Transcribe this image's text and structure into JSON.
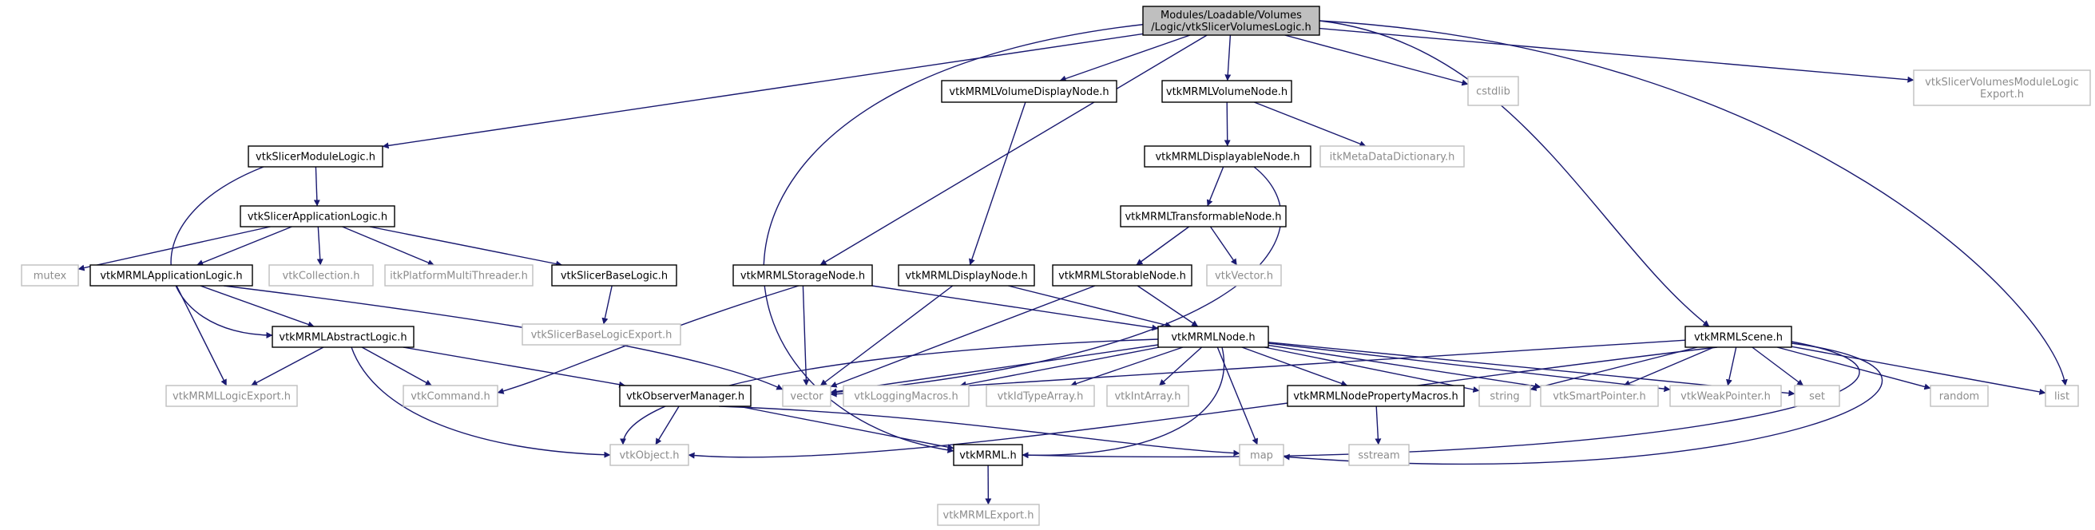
{
  "graph": {
    "title": "Include dependency graph for vtkSlicerVolumesLogic.h",
    "colors": {
      "edge": "#191970",
      "node_border_strong": "#000000",
      "node_border_weak": "#bfbfbf",
      "node_text_strong": "#000000",
      "node_text_weak": "#8c8c8c",
      "root_fill": "#bfbfbf",
      "fill": "#ffffff"
    },
    "nodes": [
      {
        "id": "root",
        "lines": [
          "Modules/Loadable/Volumes",
          "/Logic/vtkSlicerVolumesLogic.h"
        ],
        "kind": "root"
      },
      {
        "id": "cstdlib",
        "lines": [
          "cstdlib"
        ],
        "kind": "weak"
      },
      {
        "id": "volumesModuleLogicExport",
        "lines": [
          "vtkSlicerVolumesModuleLogic",
          "Export.h"
        ],
        "kind": "weak"
      },
      {
        "id": "vtkMRMLVolumeDisplayNode",
        "lines": [
          "vtkMRMLVolumeDisplayNode.h"
        ],
        "kind": "strong"
      },
      {
        "id": "vtkMRMLVolumeNode",
        "lines": [
          "vtkMRMLVolumeNode.h"
        ],
        "kind": "strong"
      },
      {
        "id": "vtkSlicerModuleLogic",
        "lines": [
          "vtkSlicerModuleLogic.h"
        ],
        "kind": "strong"
      },
      {
        "id": "vtkMRMLDisplayableNode",
        "lines": [
          "vtkMRMLDisplayableNode.h"
        ],
        "kind": "strong"
      },
      {
        "id": "itkMetaDataDictionary",
        "lines": [
          "itkMetaDataDictionary.h"
        ],
        "kind": "weak"
      },
      {
        "id": "vtkSlicerApplicationLogic",
        "lines": [
          "vtkSlicerApplicationLogic.h"
        ],
        "kind": "strong"
      },
      {
        "id": "vtkMRMLTransformableNode",
        "lines": [
          "vtkMRMLTransformableNode.h"
        ],
        "kind": "strong"
      },
      {
        "id": "mutex",
        "lines": [
          "mutex"
        ],
        "kind": "weak"
      },
      {
        "id": "vtkMRMLApplicationLogic",
        "lines": [
          "vtkMRMLApplicationLogic.h"
        ],
        "kind": "strong"
      },
      {
        "id": "vtkCollection",
        "lines": [
          "vtkCollection.h"
        ],
        "kind": "weak"
      },
      {
        "id": "itkPlatformMultiThreader",
        "lines": [
          "itkPlatformMultiThreader.h"
        ],
        "kind": "weak"
      },
      {
        "id": "vtkSlicerBaseLogic",
        "lines": [
          "vtkSlicerBaseLogic.h"
        ],
        "kind": "strong"
      },
      {
        "id": "vtkMRMLStorageNode",
        "lines": [
          "vtkMRMLStorageNode.h"
        ],
        "kind": "strong"
      },
      {
        "id": "vtkMRMLDisplayNode",
        "lines": [
          "vtkMRMLDisplayNode.h"
        ],
        "kind": "strong"
      },
      {
        "id": "vtkMRMLStorableNode",
        "lines": [
          "vtkMRMLStorableNode.h"
        ],
        "kind": "strong"
      },
      {
        "id": "vtkVector",
        "lines": [
          "vtkVector.h"
        ],
        "kind": "weak"
      },
      {
        "id": "vtkMRMLScene",
        "lines": [
          "vtkMRMLScene.h"
        ],
        "kind": "strong"
      },
      {
        "id": "vtkSlicerBaseLogicExport",
        "lines": [
          "vtkSlicerBaseLogicExport.h"
        ],
        "kind": "weak"
      },
      {
        "id": "vtkMRMLAbstractLogic",
        "lines": [
          "vtkMRMLAbstractLogic.h"
        ],
        "kind": "strong"
      },
      {
        "id": "vtkMRMLNode",
        "lines": [
          "vtkMRMLNode.h"
        ],
        "kind": "strong"
      },
      {
        "id": "vtkMRMLLogicExport",
        "lines": [
          "vtkMRMLLogicExport.h"
        ],
        "kind": "weak"
      },
      {
        "id": "vtkCommand",
        "lines": [
          "vtkCommand.h"
        ],
        "kind": "weak"
      },
      {
        "id": "vtkObserverManager",
        "lines": [
          "vtkObserverManager.h"
        ],
        "kind": "strong"
      },
      {
        "id": "vector",
        "lines": [
          "vector"
        ],
        "kind": "weak"
      },
      {
        "id": "vtkLoggingMacros",
        "lines": [
          "vtkLoggingMacros.h"
        ],
        "kind": "weak"
      },
      {
        "id": "vtkIdTypeArray",
        "lines": [
          "vtkIdTypeArray.h"
        ],
        "kind": "weak"
      },
      {
        "id": "vtkIntArray",
        "lines": [
          "vtkIntArray.h"
        ],
        "kind": "weak"
      },
      {
        "id": "vtkMRMLNodePropertyMacros",
        "lines": [
          "vtkMRMLNodePropertyMacros.h"
        ],
        "kind": "strong"
      },
      {
        "id": "string",
        "lines": [
          "string"
        ],
        "kind": "weak"
      },
      {
        "id": "vtkSmartPointer",
        "lines": [
          "vtkSmartPointer.h"
        ],
        "kind": "weak"
      },
      {
        "id": "vtkWeakPointer",
        "lines": [
          "vtkWeakPointer.h"
        ],
        "kind": "weak"
      },
      {
        "id": "set",
        "lines": [
          "set"
        ],
        "kind": "weak"
      },
      {
        "id": "random",
        "lines": [
          "random"
        ],
        "kind": "weak"
      },
      {
        "id": "list",
        "lines": [
          "list"
        ],
        "kind": "weak"
      },
      {
        "id": "vtkObject",
        "lines": [
          "vtkObject.h"
        ],
        "kind": "weak"
      },
      {
        "id": "vtkMRML",
        "lines": [
          "vtkMRML.h"
        ],
        "kind": "strong"
      },
      {
        "id": "map",
        "lines": [
          "map"
        ],
        "kind": "weak"
      },
      {
        "id": "sstream",
        "lines": [
          "sstream"
        ],
        "kind": "weak"
      },
      {
        "id": "vtkMRMLExport",
        "lines": [
          "vtkMRMLExport.h"
        ],
        "kind": "weak"
      }
    ],
    "edges": [
      [
        "root",
        "cstdlib"
      ],
      [
        "root",
        "volumesModuleLogicExport"
      ],
      [
        "root",
        "vtkMRMLVolumeDisplayNode"
      ],
      [
        "root",
        "vtkMRMLVolumeNode"
      ],
      [
        "root",
        "vtkSlicerModuleLogic"
      ],
      [
        "root",
        "vtkMRMLStorageNode"
      ],
      [
        "root",
        "vtkMRMLScene"
      ],
      [
        "root",
        "list"
      ],
      [
        "root",
        "vtkMRML"
      ],
      [
        "vtkMRMLVolumeDisplayNode",
        "vtkMRMLDisplayNode"
      ],
      [
        "vtkMRMLVolumeNode",
        "vtkMRMLDisplayableNode"
      ],
      [
        "vtkMRMLVolumeNode",
        "itkMetaDataDictionary"
      ],
      [
        "vtkMRMLDisplayableNode",
        "vtkMRMLTransformableNode"
      ],
      [
        "vtkMRMLDisplayableNode",
        "vector"
      ],
      [
        "vtkMRMLTransformableNode",
        "vtkMRMLStorableNode"
      ],
      [
        "vtkMRMLTransformableNode",
        "vtkVector"
      ],
      [
        "vtkMRMLStorableNode",
        "vtkMRMLNode"
      ],
      [
        "vtkMRMLStorableNode",
        "vector"
      ],
      [
        "vtkMRMLDisplayNode",
        "vtkMRMLNode"
      ],
      [
        "vtkMRMLDisplayNode",
        "vector"
      ],
      [
        "vtkMRMLStorageNode",
        "vtkMRMLNode"
      ],
      [
        "vtkMRMLStorageNode",
        "vtkCommand"
      ],
      [
        "vtkMRMLStorageNode",
        "vector"
      ],
      [
        "vtkSlicerModuleLogic",
        "vtkSlicerApplicationLogic"
      ],
      [
        "vtkSlicerModuleLogic",
        "vtkMRMLAbstractLogic"
      ],
      [
        "vtkSlicerApplicationLogic",
        "mutex"
      ],
      [
        "vtkSlicerApplicationLogic",
        "vtkMRMLApplicationLogic"
      ],
      [
        "vtkSlicerApplicationLogic",
        "vtkCollection"
      ],
      [
        "vtkSlicerApplicationLogic",
        "itkPlatformMultiThreader"
      ],
      [
        "vtkSlicerApplicationLogic",
        "vtkSlicerBaseLogic"
      ],
      [
        "vtkSlicerBaseLogic",
        "vtkSlicerBaseLogicExport"
      ],
      [
        "vtkMRMLApplicationLogic",
        "vtkMRMLAbstractLogic"
      ],
      [
        "vtkMRMLApplicationLogic",
        "vtkMRMLLogicExport"
      ],
      [
        "vtkMRMLApplicationLogic",
        "vector"
      ],
      [
        "vtkMRMLAbstractLogic",
        "vtkMRMLLogicExport"
      ],
      [
        "vtkMRMLAbstractLogic",
        "vtkCommand"
      ],
      [
        "vtkMRMLAbstractLogic",
        "vtkObserverManager"
      ],
      [
        "vtkMRMLAbstractLogic",
        "vtkObject"
      ],
      [
        "vtkObserverManager",
        "vtkObject"
      ],
      [
        "vtkObserverManager",
        "vtkMRML"
      ],
      [
        "vtkObserverManager",
        "map"
      ],
      [
        "vtkMRML",
        "vtkMRMLExport"
      ],
      [
        "vtkMRMLNode",
        "vtkObject"
      ],
      [
        "vtkMRMLNode",
        "vector"
      ],
      [
        "vtkMRMLNode",
        "vtkLoggingMacros"
      ],
      [
        "vtkMRMLNode",
        "vtkIdTypeArray"
      ],
      [
        "vtkMRMLNode",
        "vtkIntArray"
      ],
      [
        "vtkMRMLNode",
        "vtkMRMLNodePropertyMacros"
      ],
      [
        "vtkMRMLNode",
        "string"
      ],
      [
        "vtkMRMLNode",
        "vtkSmartPointer"
      ],
      [
        "vtkMRMLNode",
        "vtkWeakPointer"
      ],
      [
        "vtkMRMLNode",
        "set"
      ],
      [
        "vtkMRMLNode",
        "map"
      ],
      [
        "vtkMRMLNode",
        "vtkMRML"
      ],
      [
        "vtkMRMLNodePropertyMacros",
        "sstream"
      ],
      [
        "vtkMRMLScene",
        "vector"
      ],
      [
        "vtkMRMLScene",
        "string"
      ],
      [
        "vtkMRMLScene",
        "vtkSmartPointer"
      ],
      [
        "vtkMRMLScene",
        "vtkWeakPointer"
      ],
      [
        "vtkMRMLScene",
        "set"
      ],
      [
        "vtkMRMLScene",
        "random"
      ],
      [
        "vtkMRMLScene",
        "list"
      ],
      [
        "vtkMRMLScene",
        "vtkObject"
      ],
      [
        "vtkMRMLScene",
        "vtkMRML"
      ],
      [
        "vtkMRMLScene",
        "map"
      ]
    ]
  }
}
